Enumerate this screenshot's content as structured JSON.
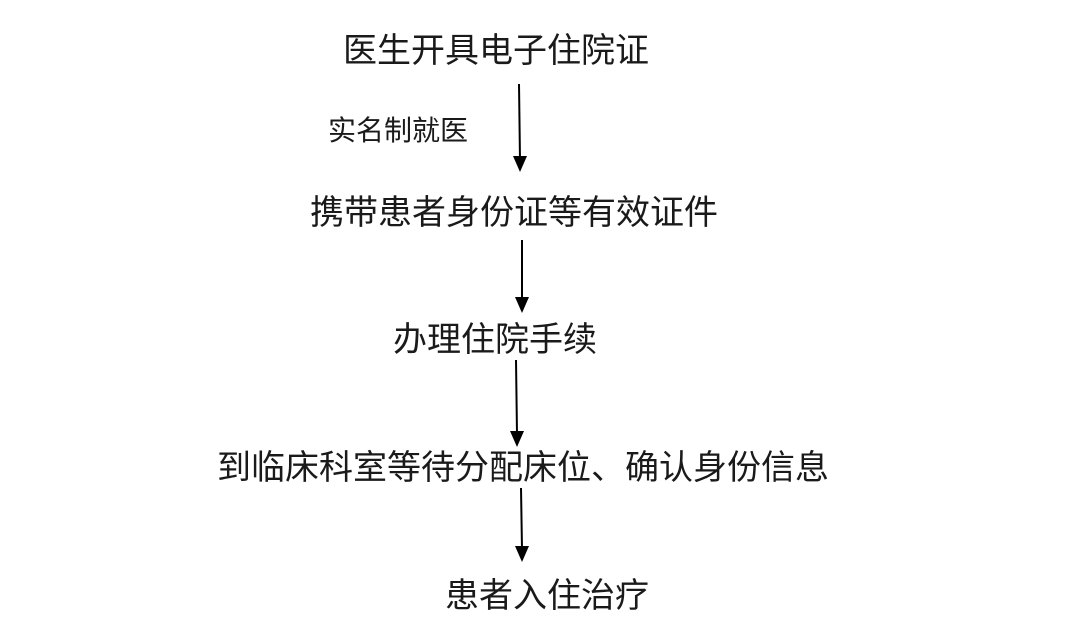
{
  "steps": [
    "医生开具电子住院证",
    "携带患者身份证等有效证件",
    "办理住院手续",
    "到临床科室等待分配床位、确认身份信息",
    "患者入住治疗"
  ],
  "arrow_label": "实名制就医",
  "colors": {
    "text": "#1a1a1a",
    "arrow": "#000000",
    "background": "#ffffff"
  }
}
